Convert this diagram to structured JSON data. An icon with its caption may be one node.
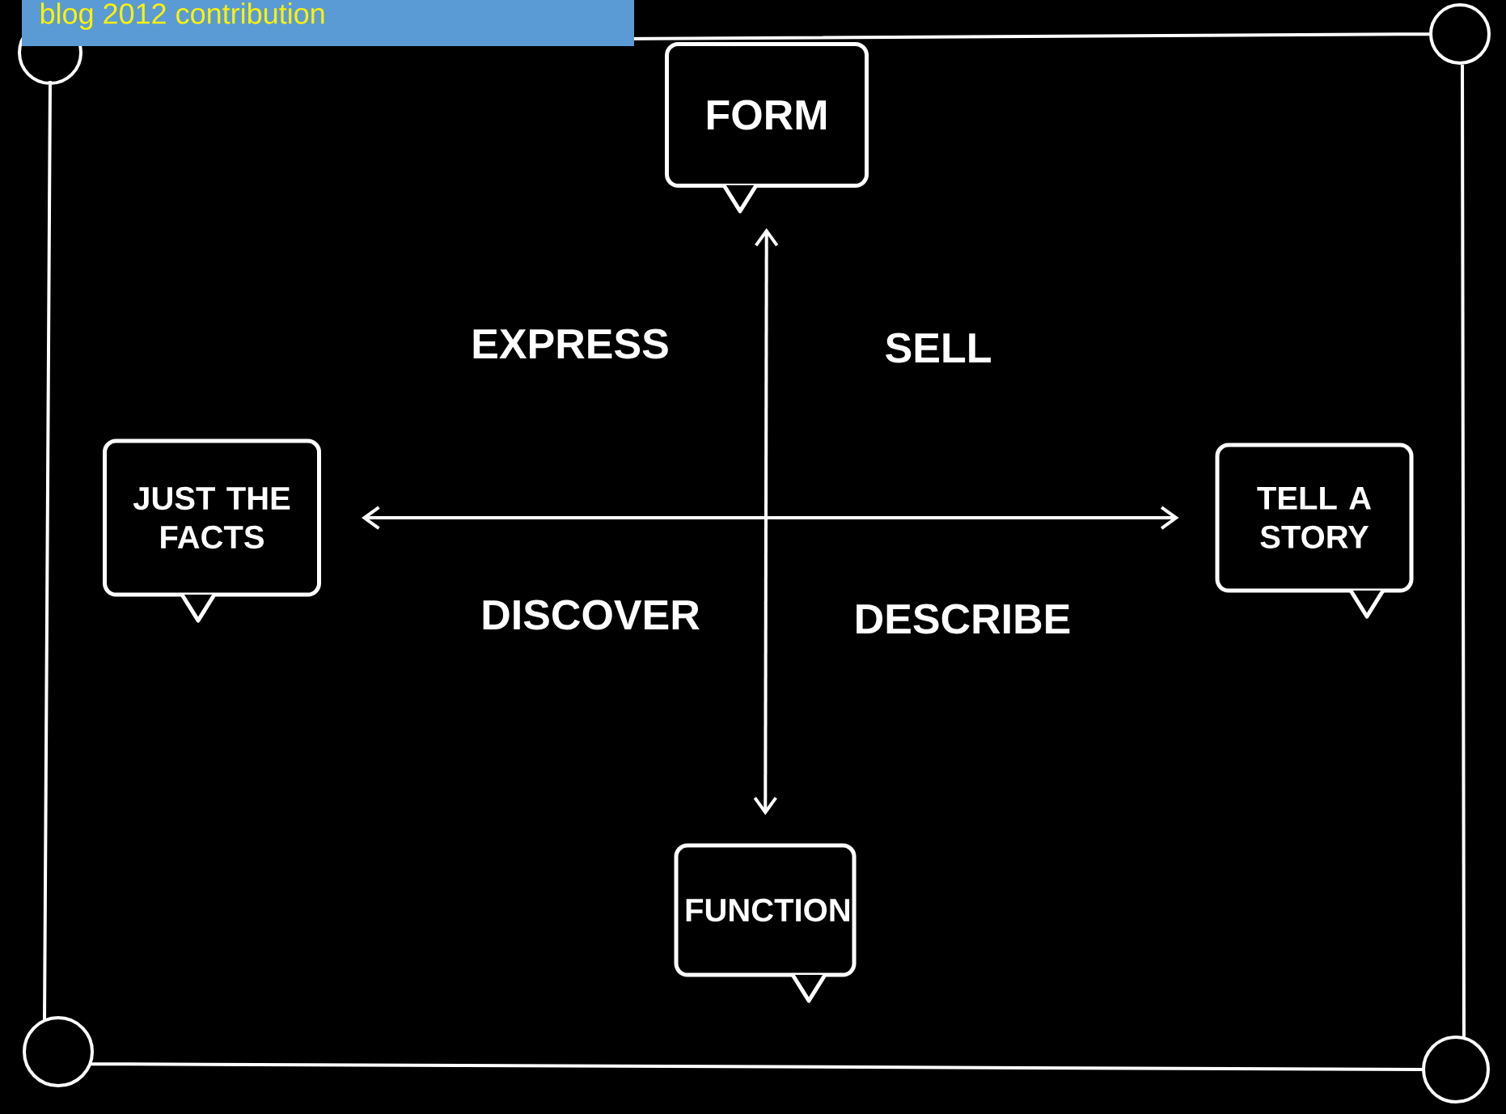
{
  "diagram": {
    "title": "blog 2012 contribution",
    "nodes": [
      {
        "text": [
          "FORM"
        ]
      },
      {
        "text": [
          "JUST THE FACTS"
        ]
      },
      {
        "text": [
          "TELL A STORY"
        ]
      },
      {
        "text": [
          "FUNCTION"
        ]
      }
    ],
    "edges": [
      {
        "from": 0,
        "to": 3,
        "arrow": "both"
      },
      {
        "from": 1,
        "to": 2,
        "arrow": "both"
      }
    ],
    "labels": [
      "EXPRESS",
      "SELL",
      "DISCOVER",
      "DESCRIBE"
    ]
  }
}
